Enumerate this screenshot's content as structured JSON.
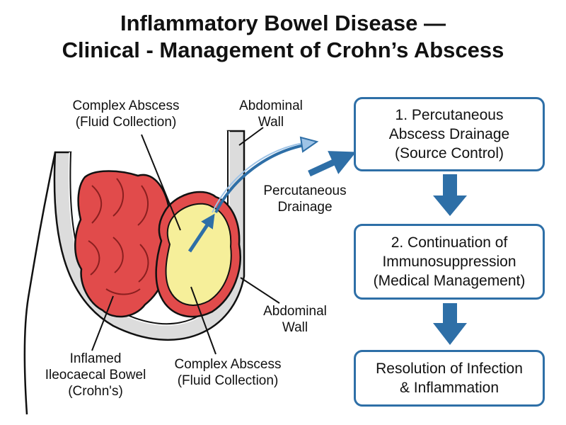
{
  "title": {
    "line1": "Inflammatory Bowel Disease —",
    "line2": "Clinical - Management of Crohn’s Abscess"
  },
  "labels": {
    "abscess_top": [
      "Complex Abscess",
      "(Fluid Collection)"
    ],
    "abdominal_wall_top": [
      "Abdominal",
      "Wall"
    ],
    "percutaneous_drainage": [
      "Percutaneous",
      "Drainage"
    ],
    "abdominal_wall_right": [
      "Abdominal",
      "Wall"
    ],
    "inflamed_bowel": [
      "Inflamed",
      "Ileocaecal Bowel",
      "(Crohn's)"
    ],
    "abscess_bottom": [
      "Complex Abscess",
      "(Fluid Collection)"
    ]
  },
  "flow": {
    "step1": [
      "1. Percutaneous",
      "Abscess Drainage",
      "(Source Control)"
    ],
    "step2": [
      "2. Continuation of",
      "Immunosuppression",
      "(Medical Management)"
    ],
    "step3": [
      "Resolution of Infection",
      "& Inflammation"
    ]
  },
  "colors": {
    "accent": "#2e6fa7",
    "bowel": "#e14b4b",
    "abscess": "#f6ef9a",
    "wall": "#d9d9d9"
  }
}
